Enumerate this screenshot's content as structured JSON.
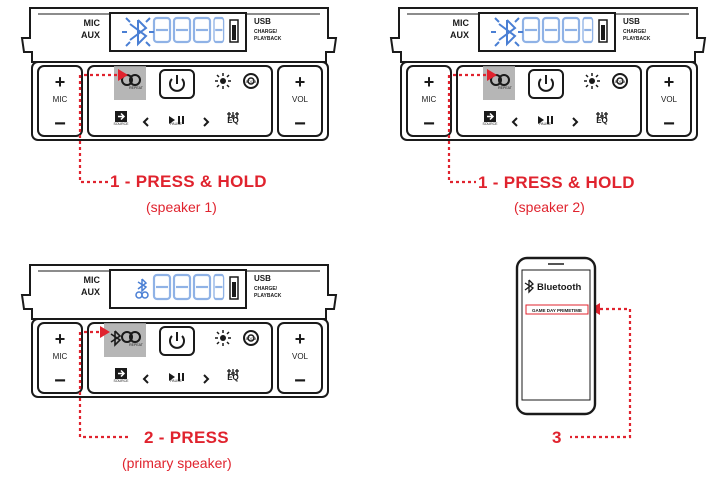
{
  "colors": {
    "accent": "#e0232e",
    "outline": "#1a1a1a",
    "highlight": "#a9a9a9",
    "lcd": "#8fb2e6"
  },
  "panel_labels": {
    "mic_aux": [
      "MIC",
      "AUX"
    ],
    "usb": [
      "USB",
      "CHARGE/",
      "PLAYBACK"
    ],
    "mic": "MIC",
    "vol": "VOL",
    "repeat": "REPEAT",
    "boom": "BOOM",
    "source": "SOURCE",
    "pause": "PAUSE",
    "eq": "EQ",
    "lcd_digits": "888.8"
  },
  "steps": [
    {
      "instruction": "1 - PRESS & HOLD",
      "detail": "(speaker 1)"
    },
    {
      "instruction": "1 - PRESS & HOLD",
      "detail": "(speaker 2)"
    },
    {
      "instruction": "2 - PRESS",
      "detail": "(primary speaker)"
    },
    {
      "instruction": "3"
    }
  ],
  "phone": {
    "app_title": "Bluetooth",
    "device_name": "GAME DAY PRIMETIME"
  }
}
